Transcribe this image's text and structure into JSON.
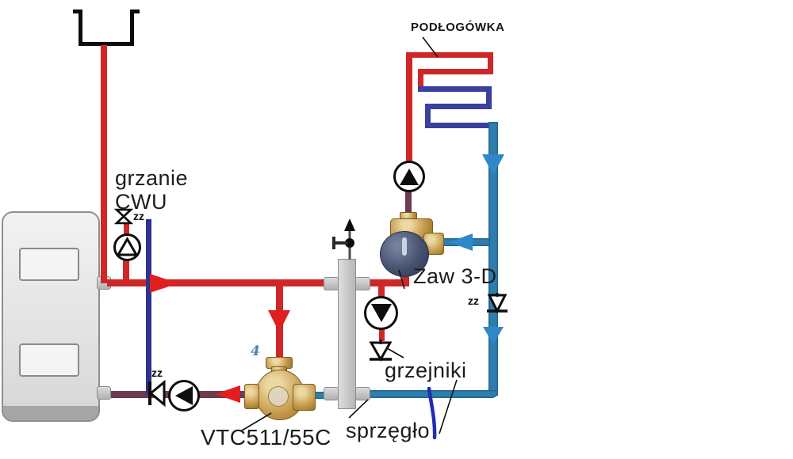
{
  "labels": {
    "underfloor": "PODŁOGÓWKA",
    "dhw_line1": "grzanie",
    "dhw_line2": "CWU",
    "valve_3d": "Zaw 3-D",
    "radiators": "grzejniki",
    "separator": "sprzęgło",
    "mixing_valve_model": "VTC511/55C",
    "check_valve_tag": "zz",
    "port_number": "4"
  },
  "colors": {
    "supply_red": "#cf2727",
    "arrow_red": "#e01f1f",
    "return_maroon": "#6e3a52",
    "navy_blue": "#2e3390",
    "indigo_blue": "#3b3f9f",
    "steel_blue": "#2e7dad",
    "steel_arrow": "#2f89c9",
    "brass": "#c79b4e",
    "brass_light": "#ecd9a2",
    "brass_dark": "#9a7426",
    "actuator_gray": "#47516f",
    "label_blue": "#4b7fb2",
    "pointer_blue": "#1f2db5"
  }
}
